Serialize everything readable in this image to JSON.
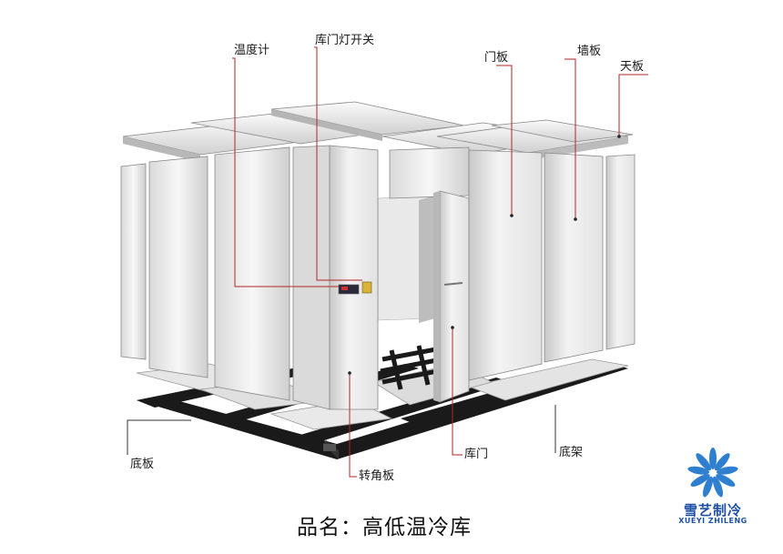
{
  "labels": {
    "thermometer": "温度计",
    "light_switch": "库门灯开关",
    "door_panel": "门板",
    "wall_panel": "墙板",
    "ceiling_panel": "天板",
    "floor_panel": "底板",
    "corner_panel": "转角板",
    "storage_door": "库门",
    "base_frame": "底架"
  },
  "caption": "品名：高低温冷库",
  "brand": {
    "name_cn": "雪艺制冷",
    "name_en": "XUEYI ZHILENG"
  },
  "colors": {
    "leader_line": "#b3262a",
    "brand_blue": "#1e4fa8",
    "panel_light": "#f2f2f2",
    "panel_shade": "#cfcfcf",
    "frame": "#1a1a1a"
  }
}
